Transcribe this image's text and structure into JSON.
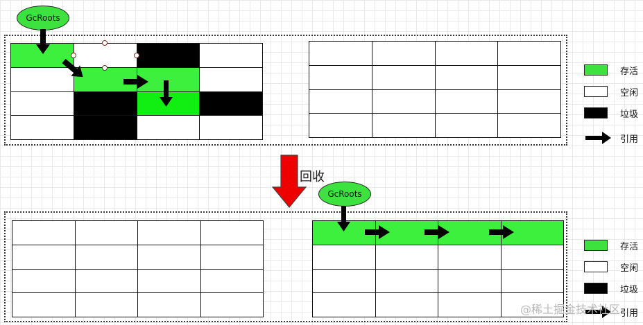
{
  "top": {
    "root_label": "GcRoots",
    "left_grid": [
      [
        "alive",
        "empty",
        "garbage",
        "empty"
      ],
      [
        "empty",
        "alive",
        "alive",
        "empty"
      ],
      [
        "empty",
        "garbage",
        "alive2",
        "garbage"
      ],
      [
        "empty",
        "garbage",
        "empty",
        "empty"
      ]
    ],
    "right_grid": [
      [
        "empty",
        "empty",
        "empty",
        "empty"
      ],
      [
        "empty",
        "empty",
        "empty",
        "empty"
      ],
      [
        "empty",
        "empty",
        "empty",
        "empty"
      ],
      [
        "empty",
        "empty",
        "empty",
        "empty"
      ]
    ]
  },
  "bottom": {
    "root_label": "GcRoots",
    "left_grid": [
      [
        "empty",
        "empty",
        "empty",
        "empty"
      ],
      [
        "empty",
        "empty",
        "empty",
        "empty"
      ],
      [
        "empty",
        "empty",
        "empty",
        "empty"
      ],
      [
        "empty",
        "empty",
        "empty",
        "empty"
      ]
    ],
    "right_grid": [
      [
        "alive",
        "alive",
        "alive",
        "alive"
      ],
      [
        "empty",
        "empty",
        "empty",
        "empty"
      ],
      [
        "empty",
        "empty",
        "empty",
        "empty"
      ],
      [
        "empty",
        "empty",
        "empty",
        "empty"
      ]
    ]
  },
  "reclaim_label": "回收",
  "legend": {
    "alive": "存活",
    "empty": "空闲",
    "garbage": "垃圾",
    "reference": "引用"
  },
  "watermark": "@稀土掘金技术社区",
  "colors": {
    "alive": "#3ee23e",
    "empty": "#ffffff",
    "garbage": "#000000",
    "reclaim_arrow": "#ee0000"
  }
}
